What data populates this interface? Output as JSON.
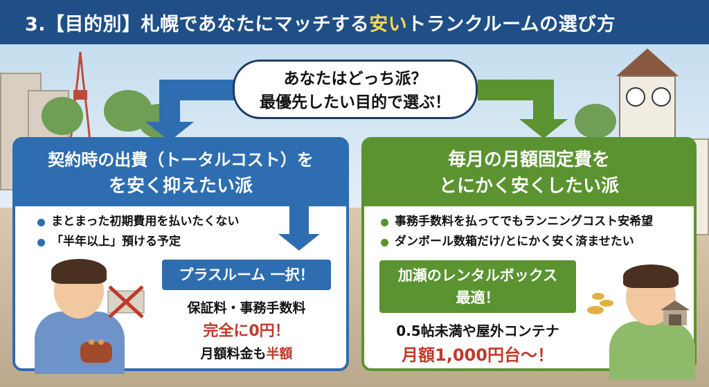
{
  "title": {
    "prefix": "3.【目的別】札幌であなたにマッチする",
    "highlight": "安い",
    "suffix": "トランクルームの選び方"
  },
  "question": {
    "line1": "あなたはどっち派？",
    "line2": "最優先したい目的で選ぶ！"
  },
  "left": {
    "heading_line1": "契約時の出費（トータルコスト）を",
    "heading_line2": "を安く抑えたい派",
    "bullets": [
      "まとまった初期費用を払いたくない",
      "「半年以上」預ける予定"
    ],
    "recommend": "プラスルーム 一択！",
    "detail1": "保証料・事務手数料",
    "detail2": "完全に0円！",
    "detail3_prefix": "月額料金も",
    "detail3_highlight": "半額"
  },
  "right": {
    "heading_line1": "毎月の月額固定費を",
    "heading_line2": "とにかく安くしたい派",
    "bullets": [
      "事務手数料を払ってでもランニングコスト安希望",
      "ダンボール数箱だけ/とにかく安く済ませたい"
    ],
    "recommend_line1": "加瀬のレンタルボックス",
    "recommend_line2": "最適！",
    "detail1": "0.5帖未満や屋外コンテナ",
    "detail2": "月額1,000円台～！"
  },
  "colors": {
    "title_bg": "#1f4f86",
    "highlight": "#ffd84a",
    "left_accent": "#2e6db0",
    "right_accent": "#5a9330",
    "emphasis_red": "#c0392b"
  },
  "icons": [
    "tv-tower-icon",
    "clock-tower-icon",
    "wallet-icon",
    "cross-mark-icon",
    "coins-icon",
    "storage-unit-icon"
  ]
}
